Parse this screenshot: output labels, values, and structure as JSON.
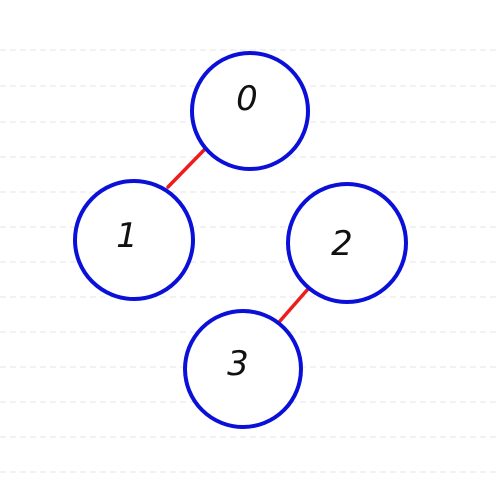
{
  "diagram": {
    "type": "graph",
    "colors": {
      "node_stroke": "#0a10d8",
      "edge": "#ee1c1c",
      "background": "#ffffff",
      "ruled_lines": "#e6e6e6"
    },
    "nodes": [
      {
        "id": "0",
        "label": "0"
      },
      {
        "id": "1",
        "label": "1"
      },
      {
        "id": "2",
        "label": "2"
      },
      {
        "id": "3",
        "label": "3"
      }
    ],
    "edges": [
      {
        "from": "0",
        "to": "1"
      },
      {
        "from": "2",
        "to": "3"
      }
    ]
  }
}
